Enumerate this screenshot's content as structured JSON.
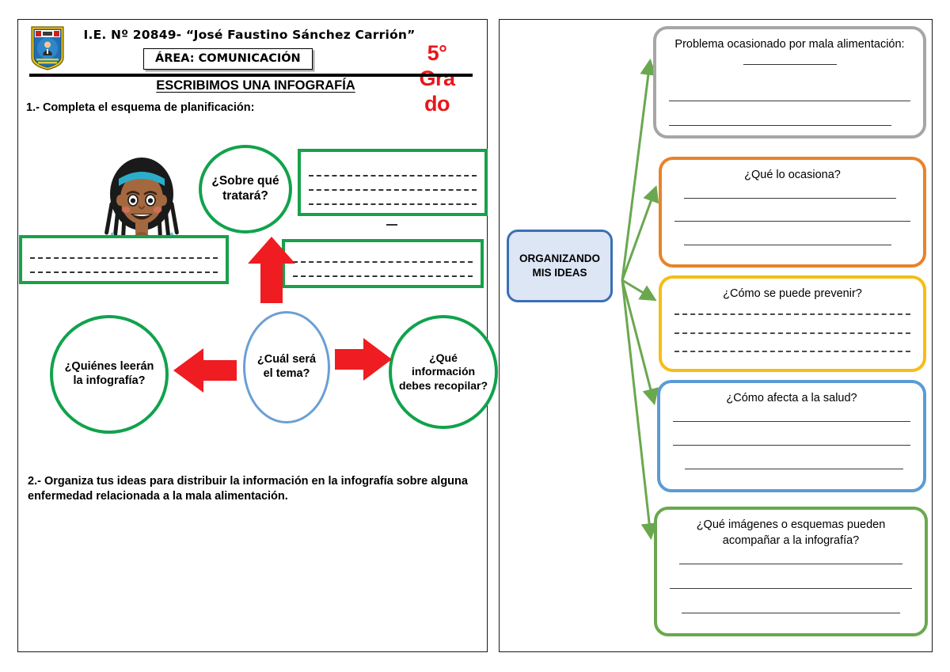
{
  "header": {
    "school_name": "I.E. Nº 20849- “José Faustino Sánchez Carrión”",
    "area_label": "ÁREA: COMUNICACIÓN",
    "grade": "5° Gra do",
    "worksheet_title": "ESCRIBIMOS UNA INFOGRAFÍA",
    "logo_name": "school-crest-logo"
  },
  "left_panel": {
    "instruction_1": "1.- Completa el esquema de planificación:",
    "instruction_2": "2.- Organiza tus ideas para distribuir la información en la infografía sobre alguna enfermedad relacionada a la mala alimentación.",
    "illustration": "girl-student-illustration",
    "circles": [
      {
        "id": "sobre-que",
        "text": "¿Sobre qué tratará?",
        "color": "#11a24c"
      },
      {
        "id": "quienes-leeran",
        "text": "¿Quiénes leerán la infografía?",
        "color": "#11a24c"
      },
      {
        "id": "cual-tema",
        "text": "¿Cuál será el tema?",
        "color": "#6a9fd4"
      },
      {
        "id": "que-informacion",
        "text": "¿Qué información debes recopilar?",
        "color": "#11a24c"
      }
    ],
    "answer_boxes": [
      {
        "id": "answer-sobre-que",
        "lines": 3,
        "border": "#19a04a"
      },
      {
        "id": "answer-quienes",
        "lines": 2,
        "border": "#19a04a"
      },
      {
        "id": "answer-que-informacion",
        "lines": 2,
        "border": "#19a04a"
      }
    ],
    "arrows": [
      {
        "id": "arrow-up-to-sobre-que",
        "direction": "up",
        "color": "#ef1c21"
      },
      {
        "id": "arrow-left-to-quienes",
        "direction": "left",
        "color": "#ef1c21"
      },
      {
        "id": "arrow-right-to-que-informacion",
        "direction": "right",
        "color": "#ef1c21"
      }
    ]
  },
  "right_panel": {
    "center_node": "ORGANIZANDO MIS IDEAS",
    "center_border_color": "#3b6fb6",
    "center_fill_color": "#dce6f4",
    "connector_color": "#6aa84f",
    "boxes": [
      {
        "id": "problema",
        "title": "Problema ocasionado por mala alimentación:",
        "has_inline_blank": true,
        "line_style": "solid",
        "lines": 2,
        "color": "#a6a6a6"
      },
      {
        "id": "que-lo-ocasiona",
        "title": "¿Qué lo ocasiona?",
        "has_inline_blank": false,
        "line_style": "solid",
        "lines": 3,
        "color": "#e8832a"
      },
      {
        "id": "como-prevenir",
        "title": "¿Cómo se puede prevenir?",
        "has_inline_blank": false,
        "line_style": "dashed",
        "lines": 3,
        "color": "#f6bd17"
      },
      {
        "id": "como-afecta-salud",
        "title": "¿Cómo afecta a la salud?",
        "has_inline_blank": false,
        "line_style": "solid",
        "lines": 3,
        "color": "#5b9bd5"
      },
      {
        "id": "que-imagenes",
        "title": "¿Qué imágenes o esquemas pueden acompañar a la infografía?",
        "has_inline_blank": false,
        "line_style": "solid",
        "lines": 3,
        "color": "#6aa84f"
      }
    ]
  }
}
